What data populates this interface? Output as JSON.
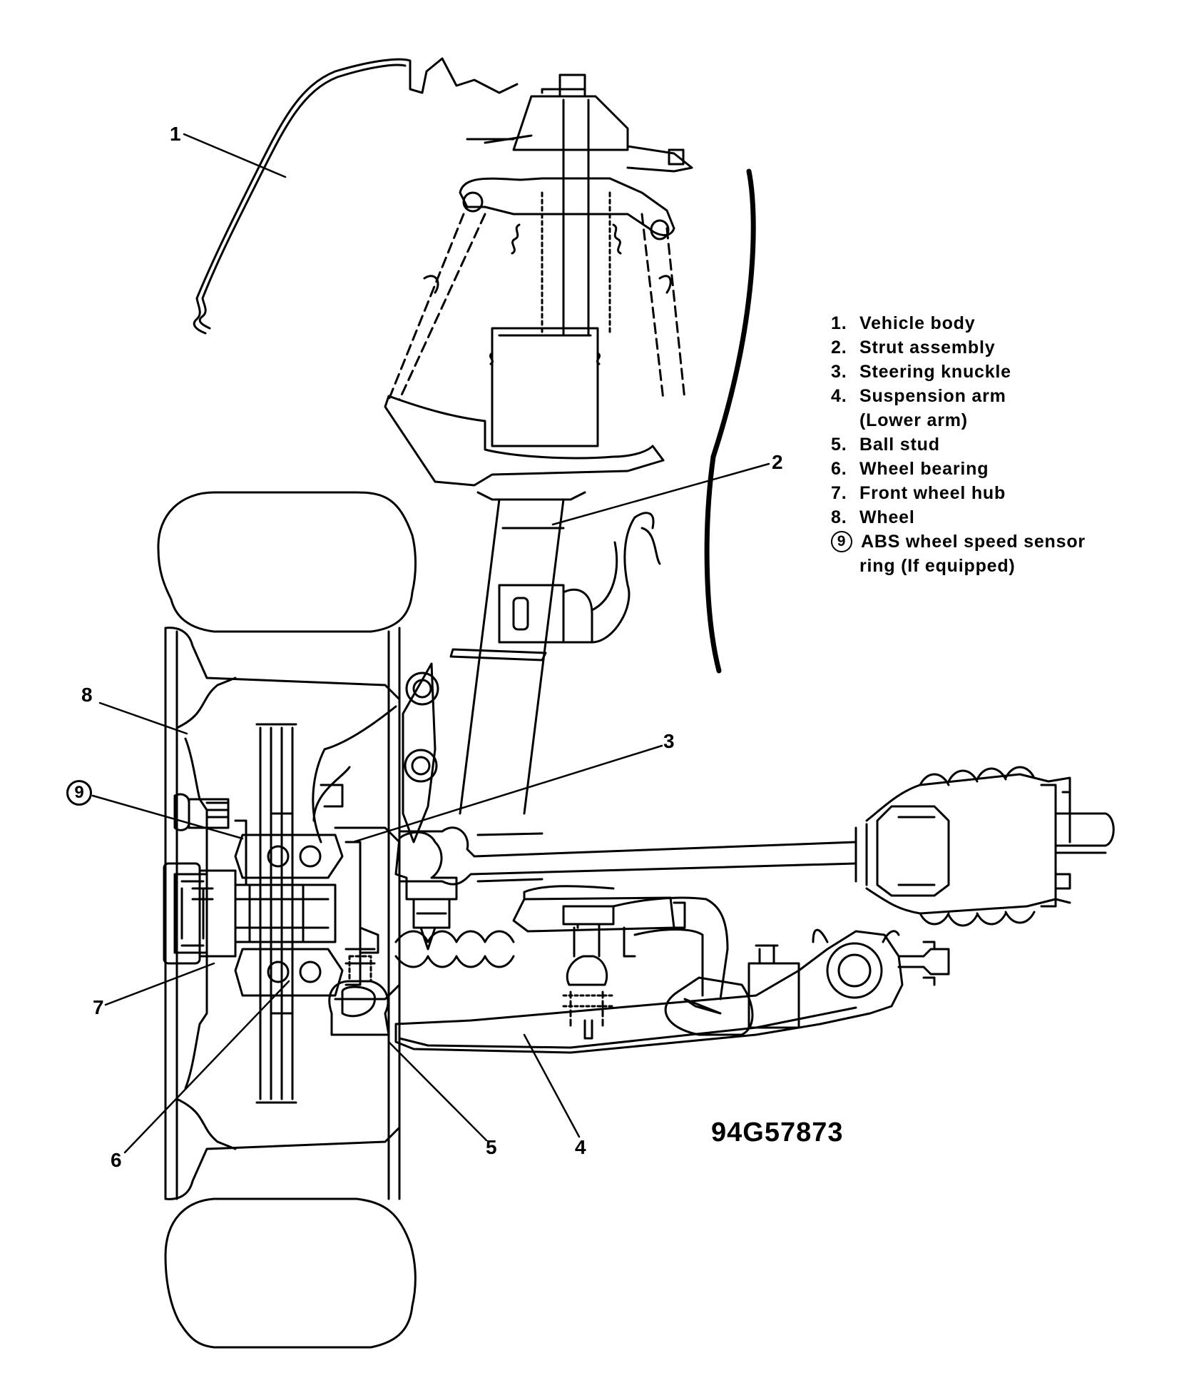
{
  "figure_id": "94G57873",
  "callouts": {
    "c1": "1",
    "c2": "2",
    "c3": "3",
    "c4": "4",
    "c5": "5",
    "c6": "6",
    "c7": "7",
    "c8": "8",
    "c9": "9"
  },
  "legend": {
    "items": [
      {
        "num": "1.",
        "label": "Vehicle body"
      },
      {
        "num": "2.",
        "label": "Strut assembly"
      },
      {
        "num": "3.",
        "label": "Steering knuckle"
      },
      {
        "num": "4.",
        "label": "Suspension arm",
        "cont": "(Lower arm)"
      },
      {
        "num": "5.",
        "label": "Ball stud"
      },
      {
        "num": "6.",
        "label": "Wheel bearing"
      },
      {
        "num": "7.",
        "label": "Front wheel hub"
      },
      {
        "num": "8.",
        "label": "Wheel"
      },
      {
        "num": "9",
        "label": "ABS wheel speed sensor",
        "cont": "ring (If equipped)",
        "circled": true
      }
    ]
  },
  "colors": {
    "ink": "#000000",
    "paper": "#ffffff"
  }
}
